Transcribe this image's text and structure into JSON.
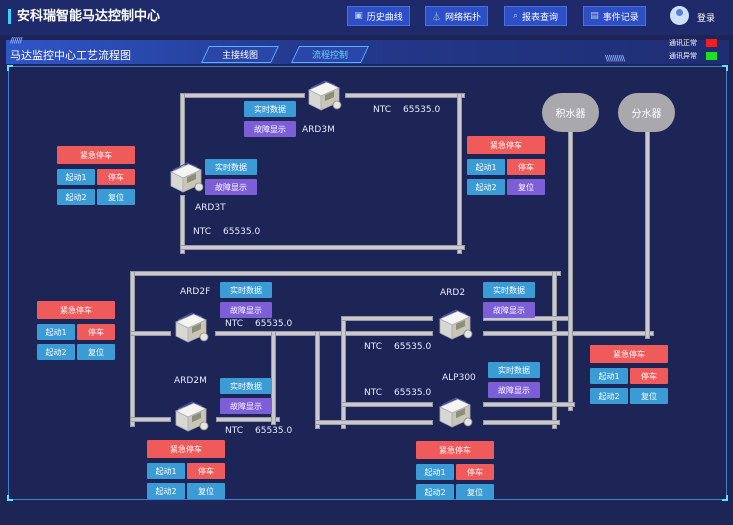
{
  "header": {
    "title": "安科瑞智能马达控制中心",
    "nav": [
      {
        "label": "历史曲线",
        "icon": "chart-icon"
      },
      {
        "label": "网络拓扑",
        "icon": "topology-icon"
      },
      {
        "label": "报表查询",
        "icon": "search-icon"
      },
      {
        "label": "事件记录",
        "icon": "document-icon"
      }
    ],
    "login": "登录"
  },
  "subheader": {
    "title": "马达监控中心工艺流程图",
    "tabs": [
      "主接线图",
      "流程控制"
    ],
    "active_tab": "流程控制",
    "legend": [
      {
        "label": "通讯正常",
        "color": "#f01e1e"
      },
      {
        "label": "通讯异常",
        "color": "#1ee01e"
      }
    ]
  },
  "tanks": [
    "积水器",
    "分水器"
  ],
  "buttons": {
    "realtime": "实时数据",
    "fault": "故障显示",
    "estop": "紧急停车",
    "start1": "起动1",
    "stop": "停车",
    "start2": "起动2",
    "reset": "复位"
  },
  "motors": [
    {
      "name": "ARD3M",
      "ntc_label": "NTC",
      "ntc": "65535.0"
    },
    {
      "name": "ARD3T",
      "ntc_label": "NTC",
      "ntc": "65535.0"
    },
    {
      "name": "ARD2F",
      "ntc_label": "NTC",
      "ntc": "65535.0"
    },
    {
      "name": "ARD2M",
      "ntc_label": "NTC",
      "ntc": "65535.0"
    },
    {
      "name": "ARD2",
      "ntc_label": "NTC",
      "ntc": "65535.0"
    },
    {
      "name": "ALP300",
      "ntc_label": "NTC",
      "ntc": "65535.0"
    }
  ],
  "colors": {
    "red": "#ef5b5b",
    "blue": "#3b9bd4",
    "purple": "#7c5ed6",
    "background": "#1d2456"
  }
}
